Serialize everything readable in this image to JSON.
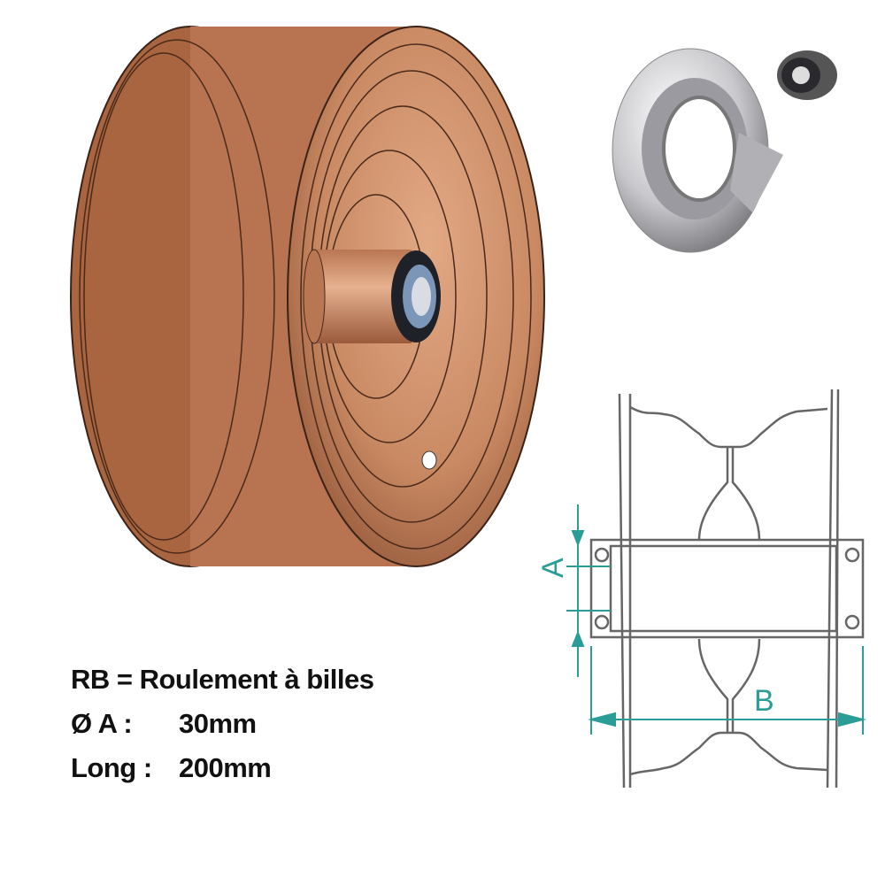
{
  "colors": {
    "copper": "#c98a63",
    "copper_dark": "#7a4228",
    "dimension": "#2a9d96",
    "drawing": "#666666"
  },
  "legend": {
    "line1": "RB = Roulement à billes",
    "line2_label": "Ø A :",
    "line2_value": "30mm",
    "line3_label": "Long :",
    "line3_value": "200mm"
  },
  "drawing": {
    "dim_a": "A",
    "dim_b": "B"
  }
}
